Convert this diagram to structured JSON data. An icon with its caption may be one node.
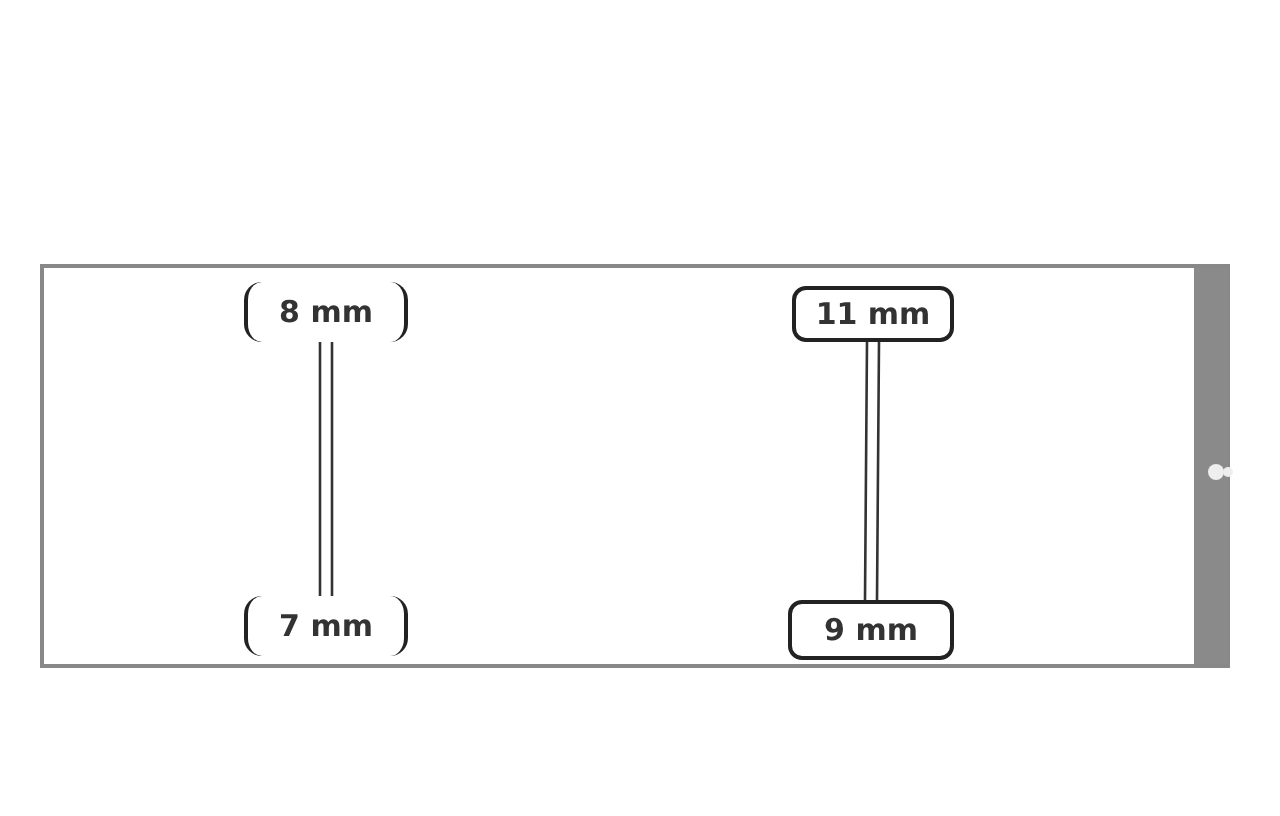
{
  "diagram": {
    "nodes": [
      {
        "text": [
          "8 mm"
        ]
      },
      {
        "text": [
          "7 mm"
        ]
      },
      {
        "text": [
          "11 mm"
        ]
      },
      {
        "text": [
          "9 mm"
        ]
      }
    ],
    "edges": [
      {
        "from": 0,
        "to": 1,
        "arrow": "none"
      },
      {
        "from": 2,
        "to": 3,
        "arrow": "none"
      }
    ]
  }
}
